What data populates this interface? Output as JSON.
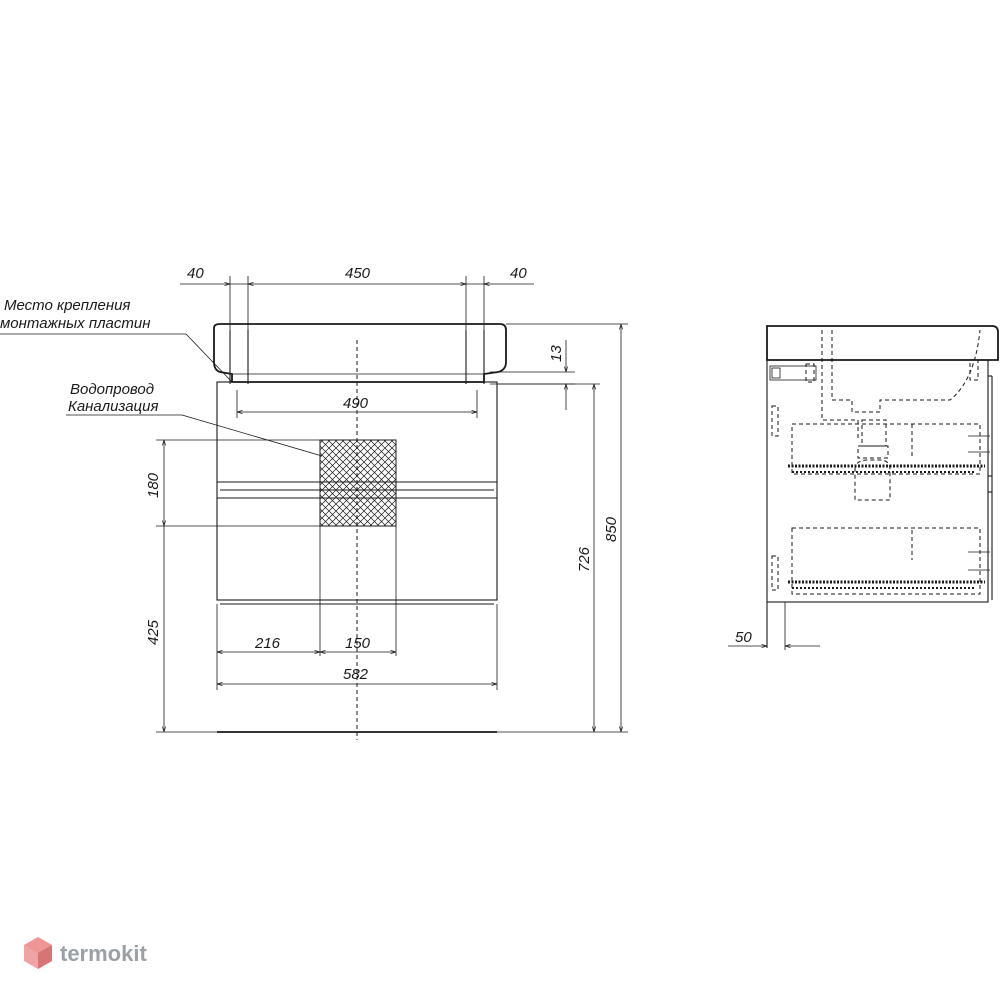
{
  "labels": {
    "mounting_line1": "Место крепления",
    "mounting_line2": "монтажных пластин",
    "pipes_line1": "Водопровод",
    "pipes_line2": "Канализация"
  },
  "dimensions": {
    "top_left": "40",
    "top_mid": "450",
    "top_right": "40",
    "rail": "490",
    "offset": "13",
    "pipe_zone": "180",
    "pipe_height": "425",
    "pipe_left": "216",
    "pipe_width": "150",
    "width": "582",
    "body_height": "726",
    "total_height": "850",
    "side_offset": "50"
  },
  "watermark": "termokit",
  "colors": {
    "line": "#1a1a1a",
    "watermark": "#9aa0a6",
    "logo": "#e05a5a"
  }
}
